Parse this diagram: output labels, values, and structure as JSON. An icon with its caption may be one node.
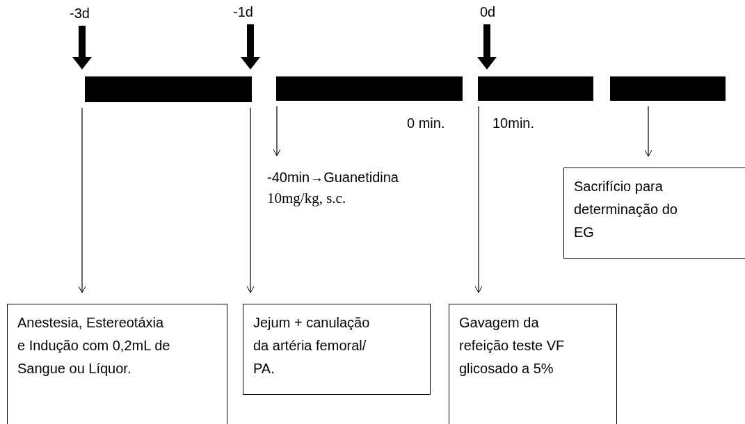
{
  "diagram": {
    "nodes": [
      {
        "text": [
          "-3d"
        ]
      },
      {
        "text": [
          "-1d"
        ]
      },
      {
        "text": [
          "0d"
        ]
      },
      {
        "text": [],
        "shape": "bar"
      },
      {
        "text": [],
        "shape": "bar"
      },
      {
        "text": [],
        "shape": "bar"
      },
      {
        "text": [],
        "shape": "bar"
      },
      {
        "text": [
          "-40min→Guanetidina",
          "10mg/kg, s.c."
        ]
      },
      {
        "text": [
          "Sacrifício para determinação do EG"
        ]
      },
      {
        "text": [
          "Anestesia, Estereotáxia e Indução com 0,2mL de Sangue ou Líquor."
        ]
      },
      {
        "text": [
          "Jejum + canulação da artéria femoral/ PA."
        ]
      },
      {
        "text": [
          "Gavagem da refeição teste VF glicosado a 5%"
        ]
      }
    ],
    "edges": [
      {
        "from": 0,
        "to": 3,
        "arrow": "to",
        "style": "thick"
      },
      {
        "from": 1,
        "to": 3,
        "arrow": "to",
        "style": "thick"
      },
      {
        "from": 2,
        "to": 5,
        "arrow": "to",
        "style": "thick"
      },
      {
        "from": 3,
        "to": 9,
        "arrow": "to"
      },
      {
        "from": 3,
        "to": 10,
        "arrow": "to"
      },
      {
        "from": 4,
        "to": 7,
        "arrow": "to"
      },
      {
        "from": 5,
        "to": 11,
        "arrow": "to"
      },
      {
        "from": 6,
        "to": 8,
        "arrow": "to"
      }
    ],
    "labels": [
      "0 min.",
      "10min."
    ]
  }
}
